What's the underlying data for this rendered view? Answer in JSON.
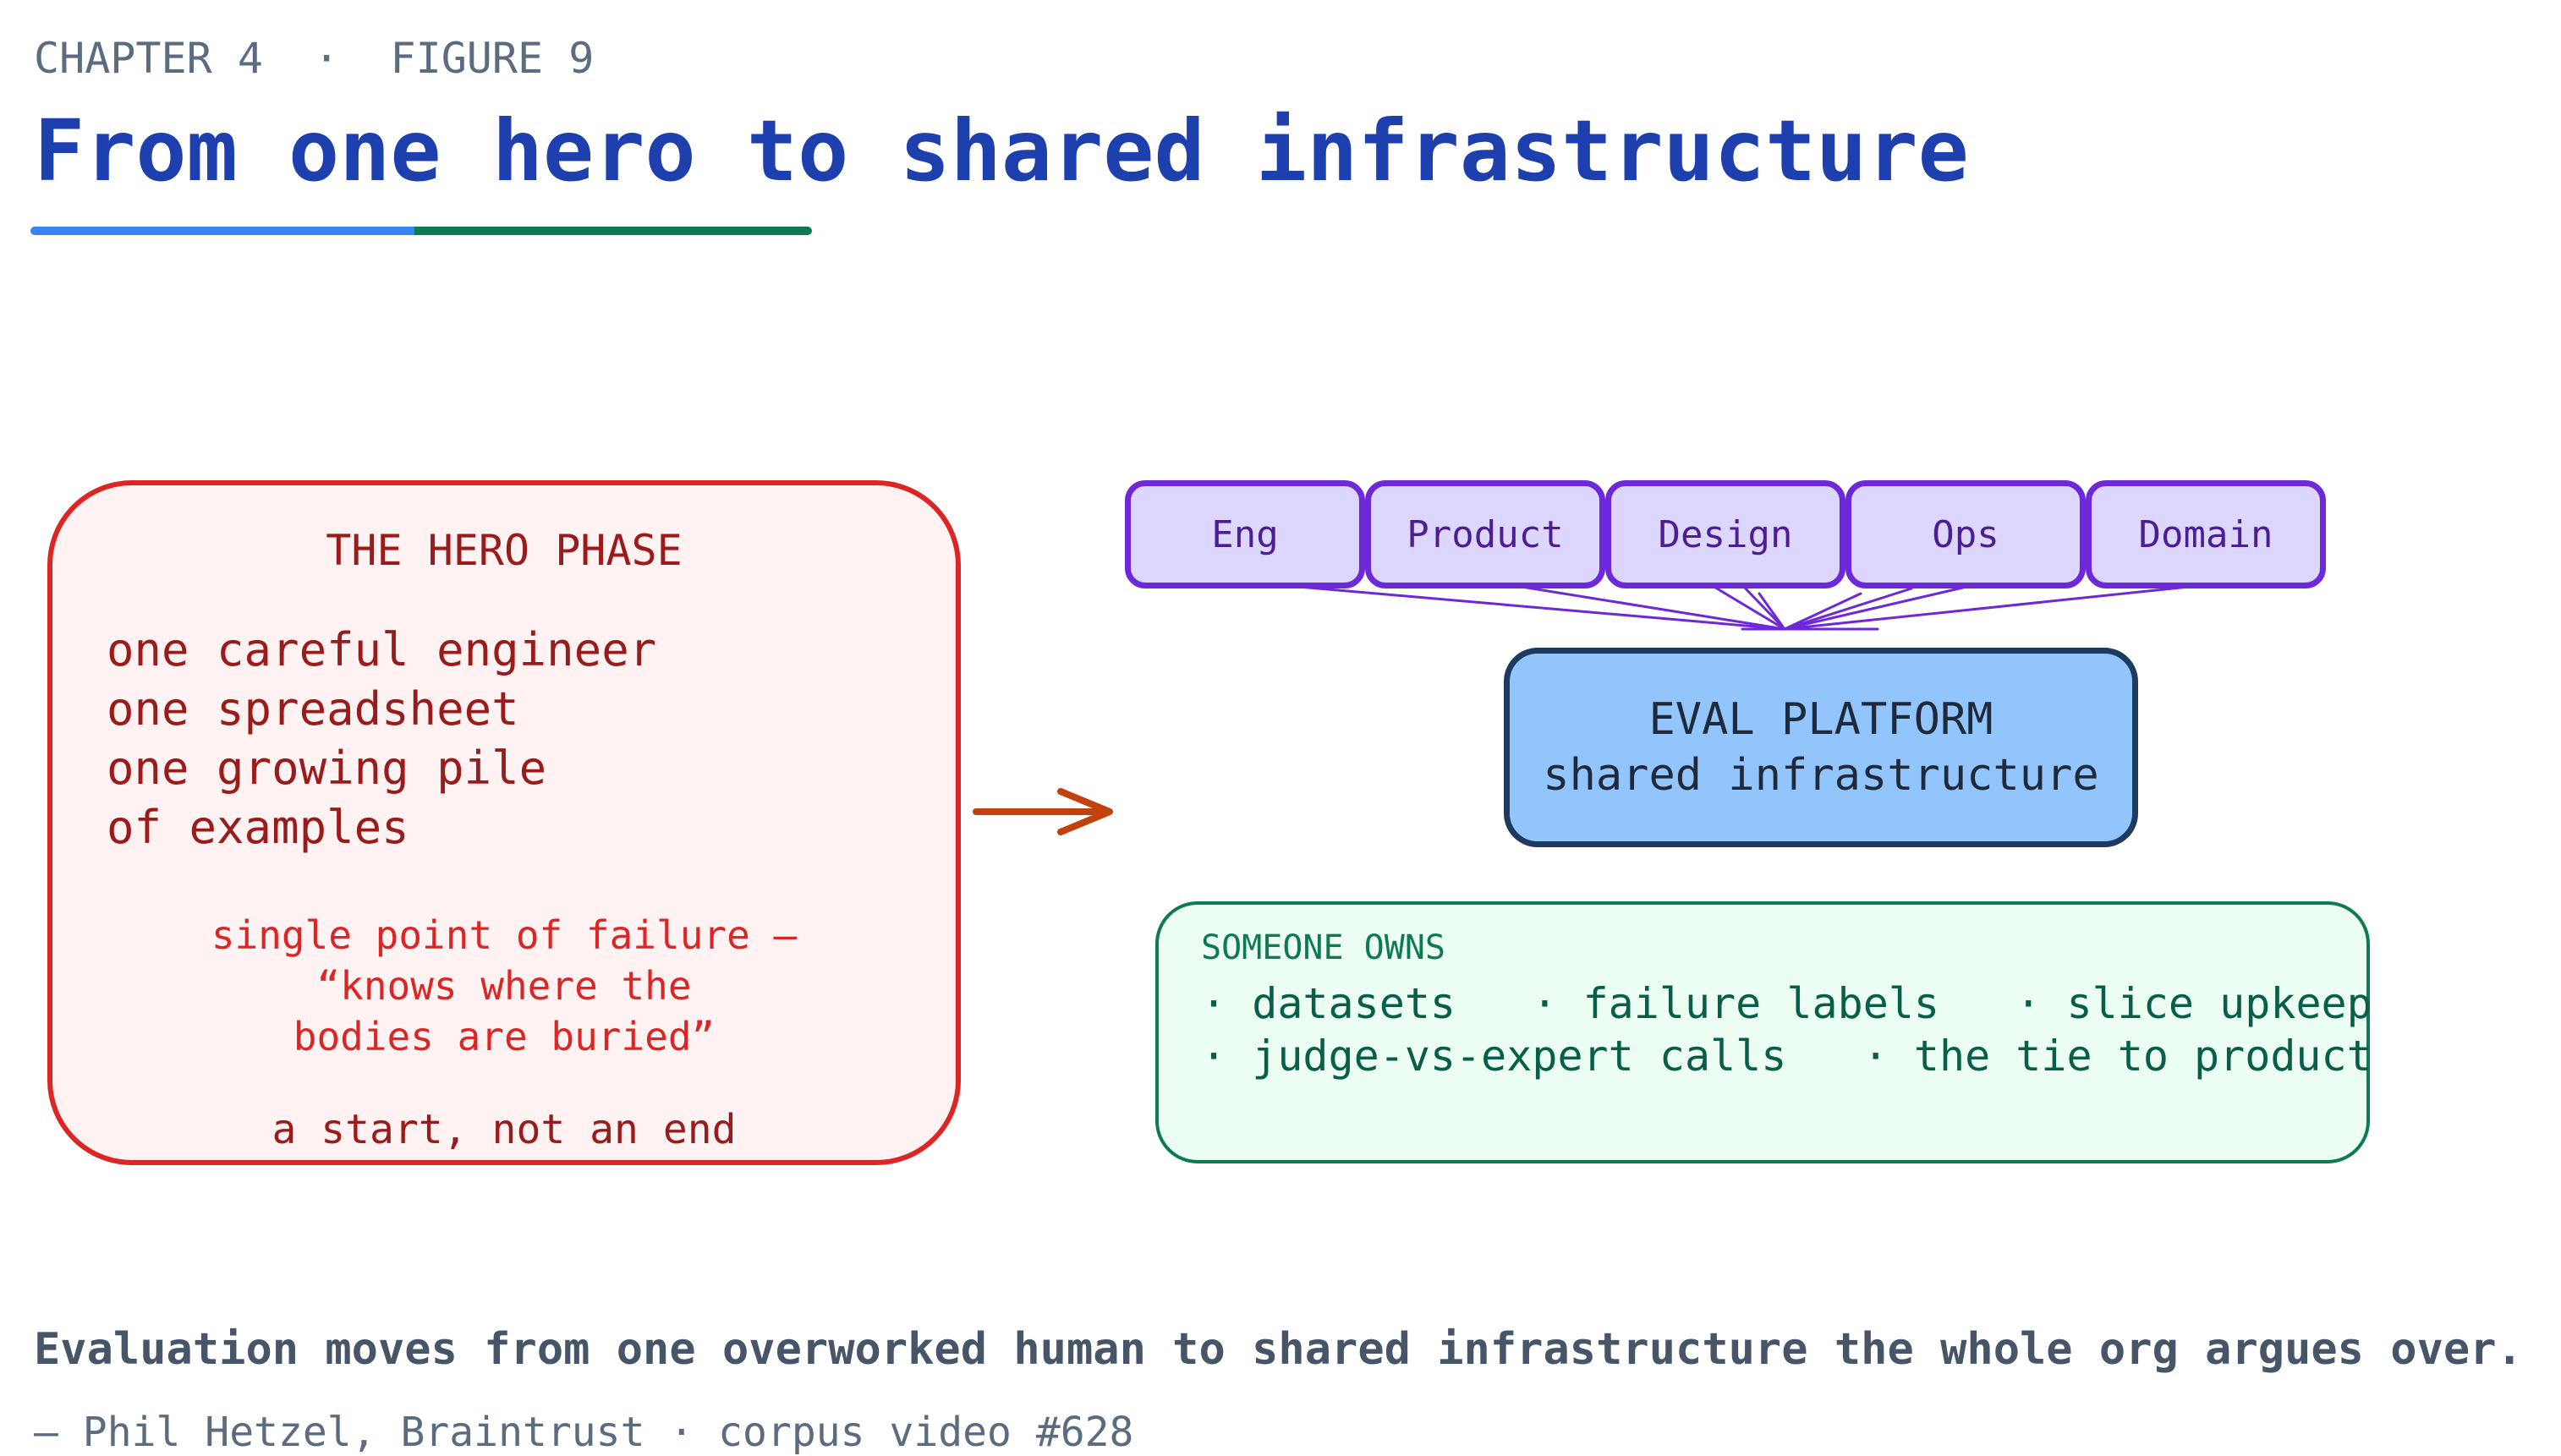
{
  "header": {
    "chapter": "CHAPTER 4",
    "separator": "·",
    "figure": "FIGURE 9",
    "title": "From one hero to shared infrastructure"
  },
  "hero": {
    "heading": "THE HERO PHASE",
    "lines": [
      "one careful engineer",
      "one spreadsheet",
      "one growing pile",
      "of examples"
    ],
    "quote": [
      "single point of failure —",
      "“knows where the",
      "bodies are buried”"
    ],
    "footer": "a start, not an end"
  },
  "teams": [
    "Eng",
    "Product",
    "Design",
    "Ops",
    "Domain"
  ],
  "platform": {
    "line1": "EVAL PLATFORM",
    "line2": "shared infrastructure"
  },
  "owns": {
    "heading": "SOMEONE OWNS",
    "row1": [
      "datasets",
      "failure labels",
      "slice upkeep"
    ],
    "row2": [
      "judge-vs-expert calls",
      "the tie to product"
    ]
  },
  "footer": {
    "caption": "Evaluation moves from one overworked human to shared infrastructure the whole org argues over.",
    "credit": "— Phil Hetzel, Braintrust · corpus video #628"
  },
  "colors": {
    "title": "#1e40af",
    "hero_border": "#dc2626",
    "hero_text": "#991b1b",
    "arrow": "#c2410c",
    "team_border": "#6d28d9",
    "team_fill": "#ddd6fe",
    "platform_fill": "#93c5fd",
    "platform_border": "#1e3a5f",
    "owns_border": "#0e7a52",
    "owns_fill": "#ecfdf3"
  }
}
